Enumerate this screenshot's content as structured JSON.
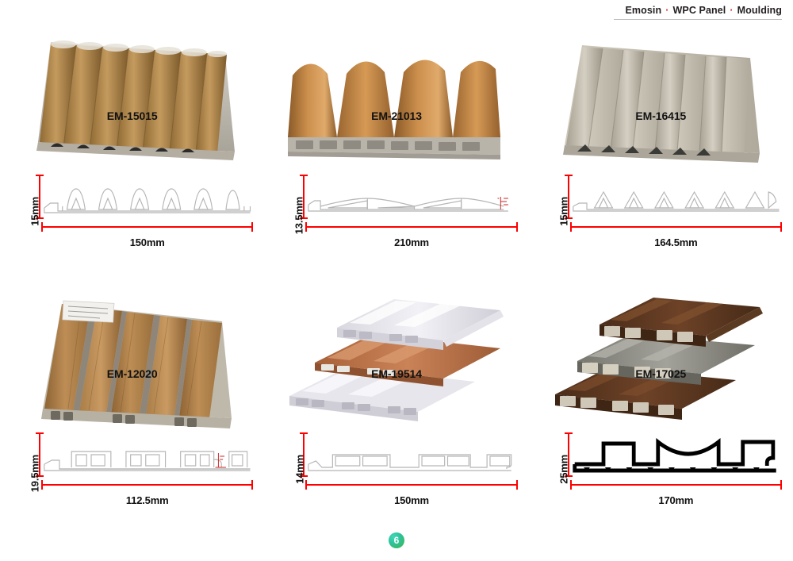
{
  "header": {
    "brand": "Emosin",
    "sep": "·",
    "category": "WPC Panel",
    "subcategory": "Moulding"
  },
  "footer": {
    "page_number": "6"
  },
  "colors": {
    "dimension_red": "#ff0000",
    "header_text": "#231f20",
    "header_dot": "#e8262b",
    "profile_gray": "#b5b5b5",
    "profile_black": "#000000",
    "page_badge_start": "#2ec4a0",
    "page_badge_end": "#3cb44a"
  },
  "products": [
    {
      "code": "EM-15015",
      "height": "15mm",
      "width": "150mm",
      "photo_name": "wave-fluted-panel-oak-tan",
      "profile_style": "gray",
      "profile_type": "round-flutes",
      "flutes": 6,
      "finish_colors": [
        "#c49a5e",
        "#a8823f",
        "#d8b887"
      ],
      "base_color": "#c9c4bb"
    },
    {
      "code": "EM-21013",
      "height": "13.5mm",
      "width": "210mm",
      "photo_name": "wide-wave-panel-copper-bronze",
      "profile_style": "gray",
      "profile_type": "wide-waves",
      "flutes": 3,
      "finish_colors": [
        "#c98a45",
        "#a96b2b",
        "#e0a964"
      ],
      "base_color": "#bdb8b0"
    },
    {
      "code": "EM-16415",
      "height": "15mm",
      "width": "164.5mm",
      "photo_name": "triangular-fluted-panel-greige",
      "profile_style": "gray",
      "profile_type": "triangle-flutes",
      "flutes": 7,
      "finish_colors": [
        "#c8c3b6",
        "#b0aa9c",
        "#ded9cd"
      ],
      "base_color": "#b9b4a8"
    },
    {
      "code": "EM-12020",
      "height": "19.5mm",
      "width": "112.5mm",
      "photo_name": "square-rib-panel-oak-wood-grain",
      "profile_style": "gray",
      "profile_type": "box-ribs",
      "flutes": 4,
      "finish_colors": [
        "#b98a52",
        "#9c6f3c",
        "#cda472"
      ],
      "base_color": "#c7c2ba",
      "has_label_sticker": true
    },
    {
      "code": "EM-19514",
      "height": "14mm",
      "width": "150mm",
      "photo_name": "stacked-flat-rib-panels-white-terracotta",
      "profile_style": "gray",
      "profile_type": "flat-ribs",
      "flutes": 4,
      "finish_colors": [
        "#e8e7ee",
        "#c07a51",
        "#d6d5dd"
      ],
      "base_color": "#d7d6dd"
    },
    {
      "code": "EM-17025",
      "height": "25mm",
      "width": "170mm",
      "photo_name": "stacked-hollow-tube-panels-walnut-gray",
      "profile_style": "black",
      "profile_type": "tube-ribs",
      "flutes": 4,
      "finish_colors": [
        "#5a3721",
        "#8c8c88",
        "#6b4428"
      ],
      "base_color": "#cfc8b8"
    }
  ]
}
